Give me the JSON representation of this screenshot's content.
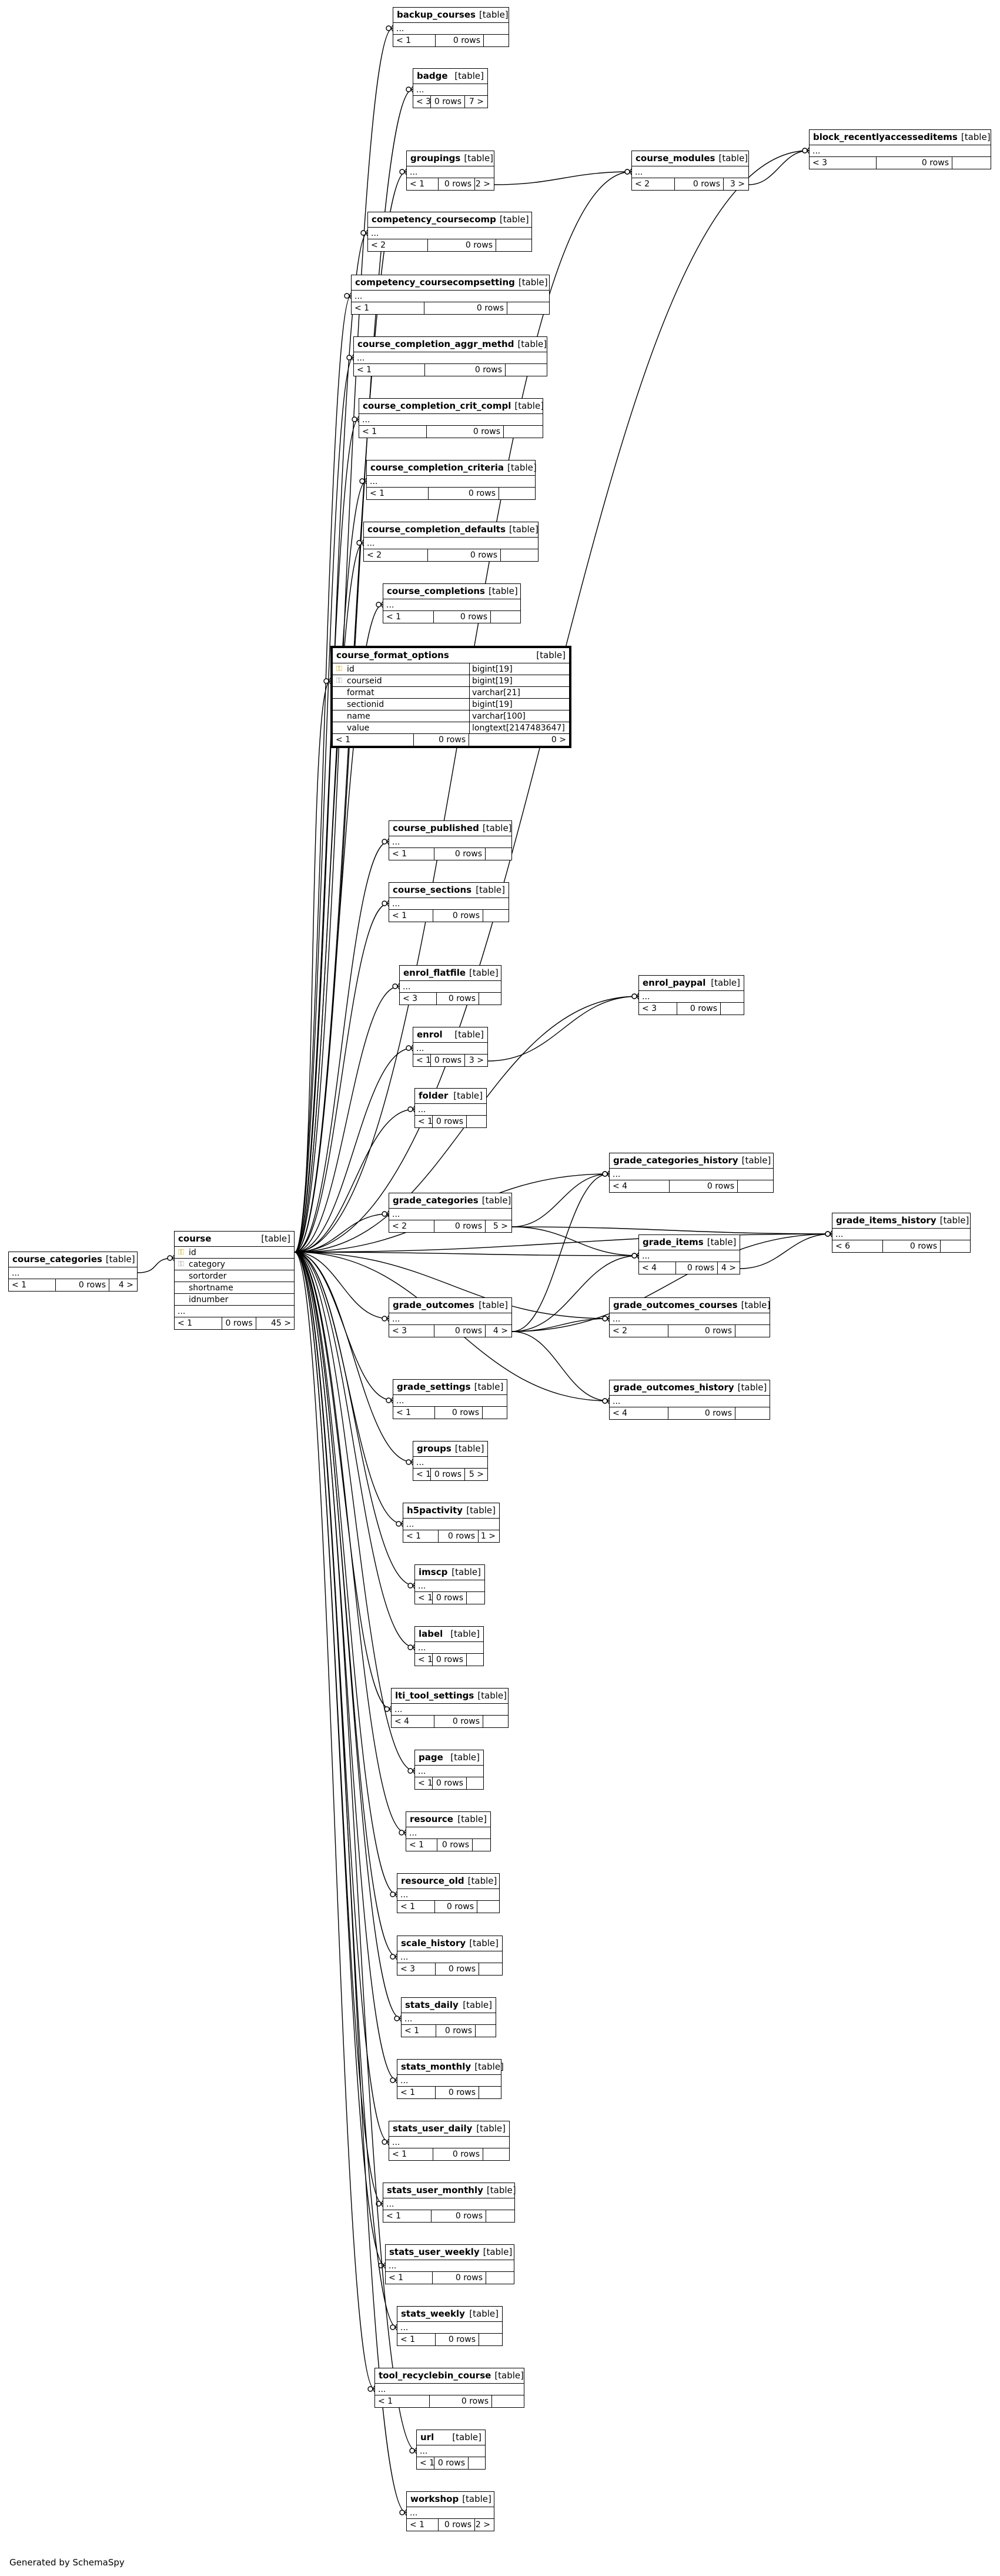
{
  "tables": [
    {
      "id": "backup_courses",
      "name": "backup_courses",
      "type": "[table]",
      "parents": "< 1",
      "rows": "0 rows",
      "children": ""
    },
    {
      "id": "badge",
      "name": "badge",
      "type": "[table]",
      "parents": "< 3",
      "rows": "0 rows",
      "children": "7 >"
    },
    {
      "id": "block_recentlyaccesseditems",
      "name": "block_recentlyaccesseditems",
      "type": "[table]",
      "parents": "< 3",
      "rows": "0 rows",
      "children": ""
    },
    {
      "id": "groupings",
      "name": "groupings",
      "type": "[table]",
      "parents": "< 1",
      "rows": "0 rows",
      "children": "2 >"
    },
    {
      "id": "course_modules",
      "name": "course_modules",
      "type": "[table]",
      "parents": "< 2",
      "rows": "0 rows",
      "children": "3 >"
    },
    {
      "id": "competency_coursecomp",
      "name": "competency_coursecomp",
      "type": "[table]",
      "parents": "< 2",
      "rows": "0 rows",
      "children": ""
    },
    {
      "id": "competency_coursecompsetting",
      "name": "competency_coursecompsetting",
      "type": "[table]",
      "parents": "< 1",
      "rows": "0 rows",
      "children": ""
    },
    {
      "id": "course_completion_aggr_methd",
      "name": "course_completion_aggr_methd",
      "type": "[table]",
      "parents": "< 1",
      "rows": "0 rows",
      "children": ""
    },
    {
      "id": "course_completion_crit_compl",
      "name": "course_completion_crit_compl",
      "type": "[table]",
      "parents": "< 1",
      "rows": "0 rows",
      "children": ""
    },
    {
      "id": "course_completion_criteria",
      "name": "course_completion_criteria",
      "type": "[table]",
      "parents": "< 1",
      "rows": "0 rows",
      "children": ""
    },
    {
      "id": "course_completion_defaults",
      "name": "course_completion_defaults",
      "type": "[table]",
      "parents": "< 2",
      "rows": "0 rows",
      "children": ""
    },
    {
      "id": "course_completions",
      "name": "course_completions",
      "type": "[table]",
      "parents": "< 1",
      "rows": "0 rows",
      "children": ""
    },
    {
      "id": "course_format_options",
      "name": "course_format_options",
      "type": "[table]",
      "parents": "< 1",
      "rows": "0 rows",
      "children": "0 >",
      "columns": [
        {
          "key": true,
          "fk": false,
          "name": "id",
          "dtype": "bigint[19]"
        },
        {
          "key": false,
          "fk": true,
          "name": "courseid",
          "dtype": "bigint[19]"
        },
        {
          "key": false,
          "fk": false,
          "name": "format",
          "dtype": "varchar[21]"
        },
        {
          "key": false,
          "fk": false,
          "name": "sectionid",
          "dtype": "bigint[19]"
        },
        {
          "key": false,
          "fk": false,
          "name": "name",
          "dtype": "varchar[100]"
        },
        {
          "key": false,
          "fk": false,
          "name": "value",
          "dtype": "longtext[2147483647]"
        }
      ]
    },
    {
      "id": "course_published",
      "name": "course_published",
      "type": "[table]",
      "parents": "< 1",
      "rows": "0 rows",
      "children": ""
    },
    {
      "id": "course_sections",
      "name": "course_sections",
      "type": "[table]",
      "parents": "< 1",
      "rows": "0 rows",
      "children": ""
    },
    {
      "id": "enrol_flatfile",
      "name": "enrol_flatfile",
      "type": "[table]",
      "parents": "< 3",
      "rows": "0 rows",
      "children": ""
    },
    {
      "id": "enrol_paypal",
      "name": "enrol_paypal",
      "type": "[table]",
      "parents": "< 3",
      "rows": "0 rows",
      "children": ""
    },
    {
      "id": "enrol",
      "name": "enrol",
      "type": "[table]",
      "parents": "< 1",
      "rows": "0 rows",
      "children": "3 >"
    },
    {
      "id": "folder",
      "name": "folder",
      "type": "[table]",
      "parents": "< 1",
      "rows": "0 rows",
      "children": ""
    },
    {
      "id": "grade_categories_history",
      "name": "grade_categories_history",
      "type": "[table]",
      "parents": "< 4",
      "rows": "0 rows",
      "children": ""
    },
    {
      "id": "grade_categories",
      "name": "grade_categories",
      "type": "[table]",
      "parents": "< 2",
      "rows": "0 rows",
      "children": "5 >"
    },
    {
      "id": "grade_items_history",
      "name": "grade_items_history",
      "type": "[table]",
      "parents": "< 6",
      "rows": "0 rows",
      "children": ""
    },
    {
      "id": "grade_items",
      "name": "grade_items",
      "type": "[table]",
      "parents": "< 4",
      "rows": "0 rows",
      "children": "4 >"
    },
    {
      "id": "course_categories",
      "name": "course_categories",
      "type": "[table]",
      "parents": "< 1",
      "rows": "0 rows",
      "children": "4 >"
    },
    {
      "id": "course",
      "name": "course",
      "type": "[table]",
      "parents": "< 1",
      "rows": "0 rows",
      "children": "45 >",
      "columns": [
        {
          "key": true,
          "fk": false,
          "name": "id",
          "dtype": ""
        },
        {
          "key": false,
          "fk": true,
          "name": "category",
          "dtype": ""
        },
        {
          "key": false,
          "fk": false,
          "name": "sortorder",
          "dtype": ""
        },
        {
          "key": false,
          "fk": false,
          "name": "shortname",
          "dtype": ""
        },
        {
          "key": false,
          "fk": false,
          "name": "idnumber",
          "dtype": ""
        }
      ]
    },
    {
      "id": "grade_outcomes",
      "name": "grade_outcomes",
      "type": "[table]",
      "parents": "< 3",
      "rows": "0 rows",
      "children": "4 >"
    },
    {
      "id": "grade_outcomes_courses",
      "name": "grade_outcomes_courses",
      "type": "[table]",
      "parents": "< 2",
      "rows": "0 rows",
      "children": ""
    },
    {
      "id": "grade_outcomes_history",
      "name": "grade_outcomes_history",
      "type": "[table]",
      "parents": "< 4",
      "rows": "0 rows",
      "children": ""
    },
    {
      "id": "grade_settings",
      "name": "grade_settings",
      "type": "[table]",
      "parents": "< 1",
      "rows": "0 rows",
      "children": ""
    },
    {
      "id": "groups",
      "name": "groups",
      "type": "[table]",
      "parents": "< 1",
      "rows": "0 rows",
      "children": "5 >"
    },
    {
      "id": "h5pactivity",
      "name": "h5pactivity",
      "type": "[table]",
      "parents": "< 1",
      "rows": "0 rows",
      "children": "1 >"
    },
    {
      "id": "imscp",
      "name": "imscp",
      "type": "[table]",
      "parents": "< 1",
      "rows": "0 rows",
      "children": ""
    },
    {
      "id": "label",
      "name": "label",
      "type": "[table]",
      "parents": "< 1",
      "rows": "0 rows",
      "children": ""
    },
    {
      "id": "lti_tool_settings",
      "name": "lti_tool_settings",
      "type": "[table]",
      "parents": "< 4",
      "rows": "0 rows",
      "children": ""
    },
    {
      "id": "page",
      "name": "page",
      "type": "[table]",
      "parents": "< 1",
      "rows": "0 rows",
      "children": ""
    },
    {
      "id": "resource",
      "name": "resource",
      "type": "[table]",
      "parents": "< 1",
      "rows": "0 rows",
      "children": ""
    },
    {
      "id": "resource_old",
      "name": "resource_old",
      "type": "[table]",
      "parents": "< 1",
      "rows": "0 rows",
      "children": ""
    },
    {
      "id": "scale_history",
      "name": "scale_history",
      "type": "[table]",
      "parents": "< 3",
      "rows": "0 rows",
      "children": ""
    },
    {
      "id": "stats_daily",
      "name": "stats_daily",
      "type": "[table]",
      "parents": "< 1",
      "rows": "0 rows",
      "children": ""
    },
    {
      "id": "stats_monthly",
      "name": "stats_monthly",
      "type": "[table]",
      "parents": "< 1",
      "rows": "0 rows",
      "children": ""
    },
    {
      "id": "stats_user_daily",
      "name": "stats_user_daily",
      "type": "[table]",
      "parents": "< 1",
      "rows": "0 rows",
      "children": ""
    },
    {
      "id": "stats_user_monthly",
      "name": "stats_user_monthly",
      "type": "[table]",
      "parents": "< 1",
      "rows": "0 rows",
      "children": ""
    },
    {
      "id": "stats_user_weekly",
      "name": "stats_user_weekly",
      "type": "[table]",
      "parents": "< 1",
      "rows": "0 rows",
      "children": ""
    },
    {
      "id": "stats_weekly",
      "name": "stats_weekly",
      "type": "[table]",
      "parents": "< 1",
      "rows": "0 rows",
      "children": ""
    },
    {
      "id": "tool_recyclebin_course",
      "name": "tool_recyclebin_course",
      "type": "[table]",
      "parents": "< 1",
      "rows": "0 rows",
      "children": ""
    },
    {
      "id": "url",
      "name": "url",
      "type": "[table]",
      "parents": "< 1",
      "rows": "0 rows",
      "children": ""
    },
    {
      "id": "workshop",
      "name": "workshop",
      "type": "[table]",
      "parents": "< 1",
      "rows": "0 rows",
      "children": "2 >"
    }
  ],
  "ellipsis": "...",
  "footer": "Generated by SchemaSpy"
}
